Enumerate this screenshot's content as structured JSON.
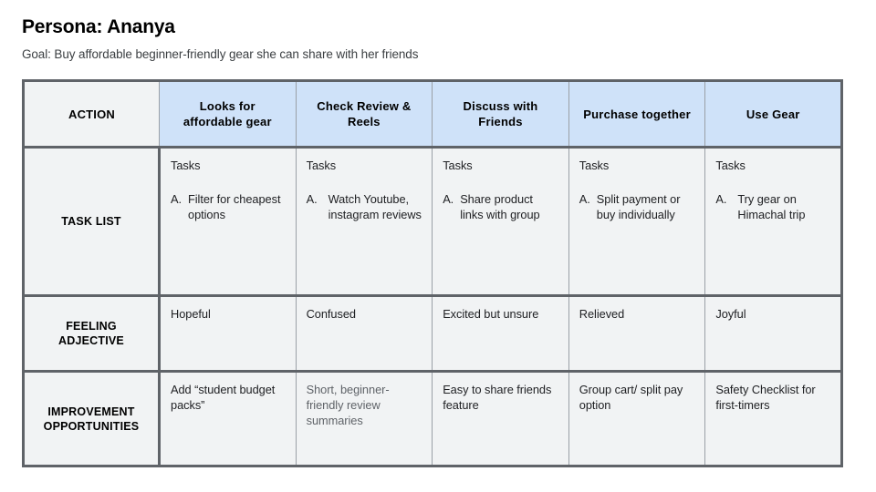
{
  "header": {
    "title": "Persona: Ananya",
    "goal": "Goal: Buy affordable beginner-friendly gear she can share with her friends"
  },
  "colors": {
    "stage_header_bg": "#cfe2f9",
    "cell_bg": "#f1f3f4",
    "thick_border": "#5f6368",
    "thin_border": "#9aa0a6",
    "text": "#202124",
    "muted_text": "#5f6368"
  },
  "table": {
    "row_labels": {
      "action": "ACTION",
      "task_list": "TASK LIST",
      "feeling_adjective": "FEELING ADJECTIVE",
      "improvement_opportunities": "IMPROVEMENT OPPORTUNITIES"
    },
    "row_labels_lines": {
      "feeling_adjective": [
        "FEELING",
        "ADJECTIVE"
      ],
      "improvement_opportunities": [
        "IMPROVEMENT",
        "OPPORTUNITIES"
      ]
    },
    "stages": [
      {
        "label_lines": [
          "Looks for",
          "affordable gear"
        ]
      },
      {
        "label_lines": [
          "Check Review &",
          "Reels"
        ]
      },
      {
        "label_lines": [
          "Discuss with",
          "Friends"
        ]
      },
      {
        "label_lines": [
          "Purchase together"
        ]
      },
      {
        "label_lines": [
          "Use Gear"
        ]
      }
    ],
    "task_list": [
      {
        "heading": "Tasks",
        "marker": "A.",
        "text": "Filter for cheapest options",
        "wide_marker": false
      },
      {
        "heading": "Tasks",
        "marker": "A.",
        "text": "Watch Youtube, instagram reviews",
        "wide_marker": true
      },
      {
        "heading": "Tasks",
        "marker": "A.",
        "text": "Share product links with group",
        "wide_marker": false
      },
      {
        "heading": "Tasks",
        "marker": "A.",
        "text": "Split payment or buy individually",
        "wide_marker": false
      },
      {
        "heading": "Tasks",
        "marker": "A.",
        "text": "Try gear on Himachal trip",
        "wide_marker": true
      }
    ],
    "feeling_adjective": [
      "Hopeful",
      "Confused",
      "Excited but unsure",
      "Relieved",
      "Joyful"
    ],
    "improvement_opportunities": [
      {
        "text": "Add “student budget packs”",
        "muted": false
      },
      {
        "text": "Short, beginner-friendly review summaries",
        "muted": true
      },
      {
        "text": "Easy to share friends feature",
        "muted": false
      },
      {
        "text": "Group cart/ split pay option",
        "muted": false
      },
      {
        "text": "Safety Checklist for first-timers",
        "muted": false
      }
    ]
  }
}
